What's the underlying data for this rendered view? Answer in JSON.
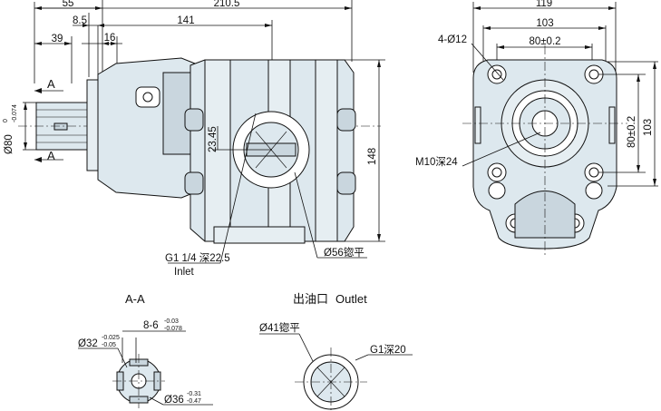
{
  "side_view": {
    "dim_overall_length": "210.5",
    "dim_55": "55",
    "dim_141": "141",
    "dim_8_5": "8.5",
    "dim_39": "39",
    "dim_16": "16",
    "dim_shaft_dia": "Ø80",
    "dim_shaft_tol_upper": "0",
    "dim_shaft_tol_lower": "-0.074",
    "dim_23_45": "23.45",
    "dim_148": "148",
    "section_mark_top": "A",
    "section_mark_bottom": "A",
    "inlet_thread": "G1 1/4 深22.5",
    "inlet_label": "Inlet",
    "inlet_spotface": "Ø56锪平"
  },
  "front_view": {
    "dim_119": "119",
    "dim_103_top": "103",
    "dim_80_top": "80±0.2",
    "dim_holes": "4-Ø12",
    "dim_80_side": "80±0.2",
    "dim_103_side": "103",
    "dim_thread": "M10深24"
  },
  "section_aa": {
    "title": "A-A",
    "spline_teeth": "8-6",
    "spline_tol_upper": "-0.03",
    "spline_tol_lower": "-0.078",
    "dia_32": "Ø32",
    "dia_32_tol_upper": "-0.025",
    "dia_32_tol_lower": "-0.05",
    "dia_36": "Ø36",
    "dia_36_tol_upper": "-0.31",
    "dia_36_tol_lower": "-0.47"
  },
  "outlet_view": {
    "title_cn": "出油口",
    "title_en": "Outlet",
    "spotface": "Ø41锪平",
    "thread": "G1深20"
  }
}
